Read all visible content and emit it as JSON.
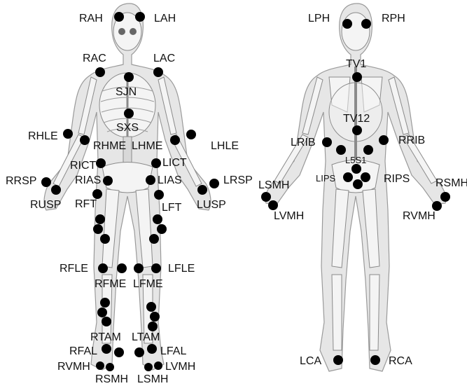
{
  "front": {
    "labels": {
      "RAH": "RAH",
      "LAH": "LAH",
      "RAC": "RAC",
      "LAC": "LAC",
      "SJN": "SJN",
      "SXS": "SXS",
      "RHLE": "RHLE",
      "RHME": "RHME",
      "LHME": "LHME",
      "LHLE": "LHLE",
      "RICT": "RICT",
      "LICT": "LICT",
      "RRSP": "RRSP",
      "RIAS": "RIAS",
      "LIAS": "LIAS",
      "LRSP": "LRSP",
      "RUSP": "RUSP",
      "RFT": "RFT",
      "LFT": "LFT",
      "LUSP": "LUSP",
      "RFLE": "RFLE",
      "LFLE": "LFLE",
      "RFME": "RFME",
      "LFME": "LFME",
      "RTAM": "RTAM",
      "LTAM": "LTAM",
      "RFAL": "RFAL",
      "LFAL": "LFAL",
      "RVMH": "RVMH",
      "LVMH": "LVMH",
      "RSMH": "RSMH",
      "LSMH": "LSMH"
    }
  },
  "back": {
    "labels": {
      "LPH": "LPH",
      "RPH": "RPH",
      "TV1": "TV1",
      "TV12": "TV12",
      "LRIB": "LRIB",
      "RRIB": "RRIB",
      "L5S1": "L5S1",
      "LIPS": "LIPS",
      "RIPS": "RIPS",
      "LSMH": "LSMH",
      "RSMH": "RSMH",
      "LVMH": "LVMH",
      "RVMH": "RVMH",
      "LCA": "LCA",
      "RCA": "RCA"
    }
  },
  "colors": {
    "marker": "#000000",
    "body": "#e6e6e6",
    "outline": "#9a9a9a"
  }
}
